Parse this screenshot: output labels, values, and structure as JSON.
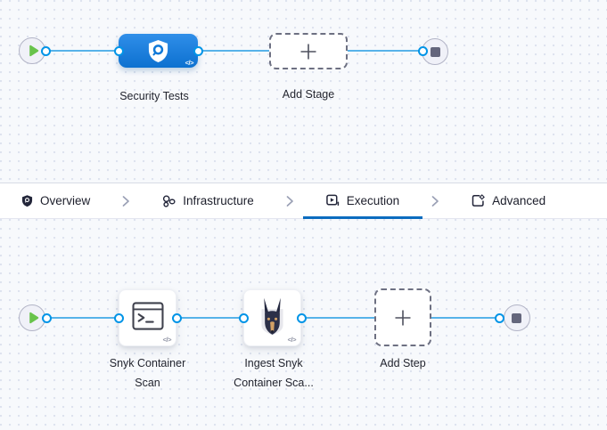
{
  "stage_pipeline": {
    "stage": {
      "label": "Security Tests",
      "icon": "security-shield-icon",
      "code_glyph": "</>"
    },
    "add_stage": {
      "label": "Add Stage"
    }
  },
  "tab_bar": {
    "tabs": [
      {
        "label": "Overview",
        "icon": "shield-icon",
        "active": false
      },
      {
        "label": "Infrastructure",
        "icon": "infrastructure-icon",
        "active": false
      },
      {
        "label": "Execution",
        "icon": "execution-icon",
        "active": true
      },
      {
        "label": "Advanced",
        "icon": "advanced-icon",
        "active": false
      }
    ]
  },
  "execution_pipeline": {
    "steps": [
      {
        "label_line1": "Snyk Container",
        "label_line2": "Scan",
        "icon": "terminal-icon",
        "code_glyph": "</>"
      },
      {
        "label_line1": "Ingest Snyk",
        "label_line2": "Container Sca...",
        "icon": "snyk-dog-icon",
        "code_glyph": "</>"
      }
    ],
    "add_step": {
      "label": "Add Step"
    }
  },
  "colors": {
    "stage_blue_top": "#2f8ee9",
    "stage_blue_bottom": "#0d71d0",
    "active_tab_underline": "#0b6cbf",
    "connector": "#58b3e9",
    "connection_port": "#0094e7",
    "play_green": "#68c34b",
    "stop_square": "#64667c"
  }
}
